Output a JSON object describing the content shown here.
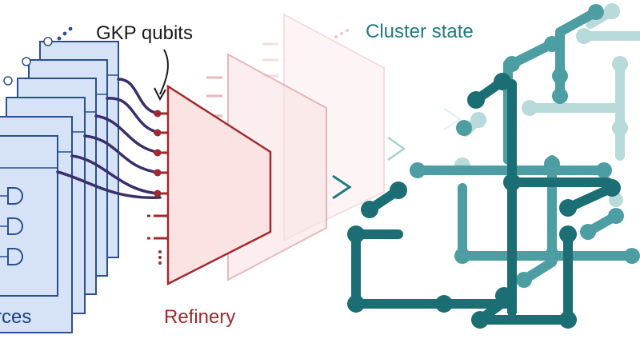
{
  "labels": {
    "gkp": "GKP qubits",
    "cluster": "Cluster state",
    "refinery": "Refinery",
    "sources": "rces"
  },
  "colors": {
    "source_fill": "#d6e3f7",
    "source_stroke": "#2b4f8f",
    "wire": "#3a2f6b",
    "refinery": "#a3282d",
    "refinery_fill": "#fbe3e3",
    "teal_dark": "#1b6e73",
    "teal_mid": "#4d9ea2",
    "teal_light": "#b8dadb",
    "label_dark": "#1a1a1a"
  }
}
